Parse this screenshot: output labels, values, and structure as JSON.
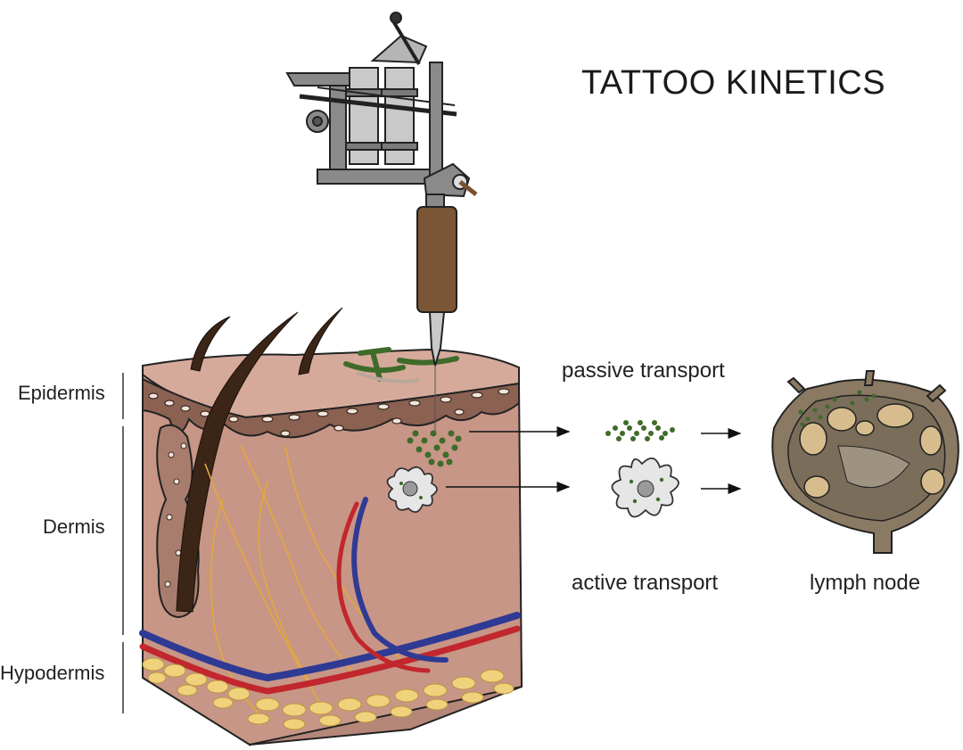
{
  "title": "TATTOO KINETICS",
  "layers": {
    "epidermis": "Epidermis",
    "dermis": "Dermis",
    "hypodermis": "Hypodermis"
  },
  "captions": {
    "passive": "passive transport",
    "active": "active transport",
    "lymph": "lymph node"
  },
  "colors": {
    "skin": "#c9998a",
    "epidermis": "#8b6151",
    "fat": "#f1d27c",
    "artery": "#c1272d",
    "vein": "#2e3a94",
    "nerve": "#e4a93a",
    "ink": "#3f6b2a",
    "lymph_outer": "#8a7a63",
    "lymph_follicle": "#d7bd8d"
  },
  "icons": [
    "tattoo-machine-icon",
    "anchor-tattoo-icon",
    "hair-icon",
    "ink-particles-icon",
    "macrophage-icon",
    "lymph-node-icon",
    "arrow-icon"
  ]
}
